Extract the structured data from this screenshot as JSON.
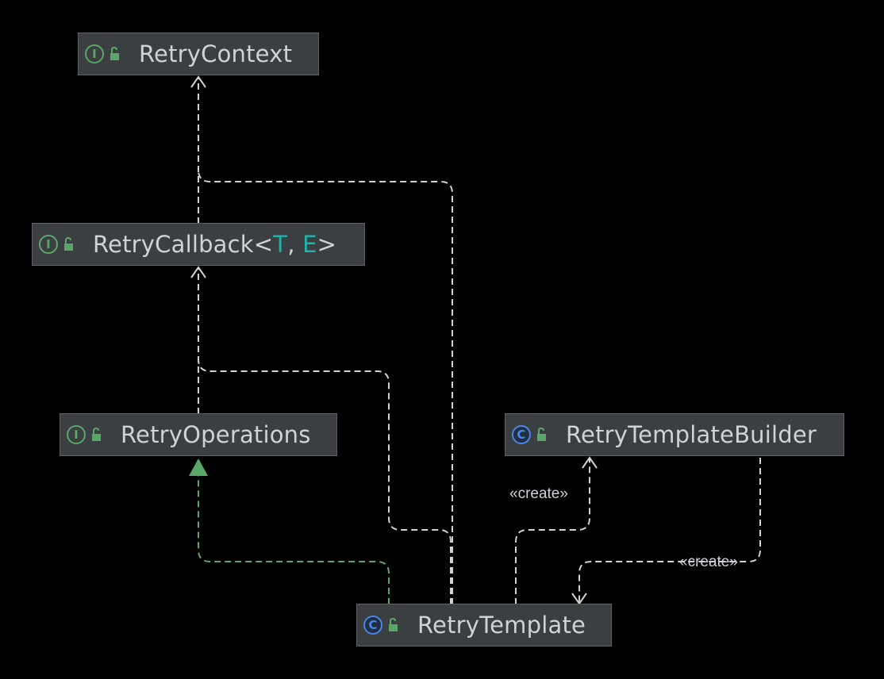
{
  "colors": {
    "background": "#000000",
    "node_fill": "#3c3f41",
    "node_border": "#5e6164",
    "interface_icon": "#59a869",
    "class_icon": "#4a86e8",
    "type_param": "#20b2aa",
    "dependency_edge": "#cfd2d6",
    "realization_edge": "#59a869"
  },
  "nodes": {
    "retry_context": {
      "kind_icon": "I",
      "kind": "interface",
      "name": "RetryContext"
    },
    "retry_callback": {
      "kind_icon": "I",
      "kind": "interface",
      "name": "RetryCallback",
      "lt": "<",
      "type_param_1": "T",
      "sep": ", ",
      "type_param_2": "E",
      "gt": ">"
    },
    "retry_operations": {
      "kind_icon": "I",
      "kind": "interface",
      "name": "RetryOperations"
    },
    "retry_template_builder": {
      "kind_icon": "C",
      "kind": "class",
      "name": "RetryTemplateBuilder"
    },
    "retry_template": {
      "kind_icon": "C",
      "kind": "class",
      "name": "RetryTemplate"
    }
  },
  "edges": {
    "create_to_builder_label": "«create»",
    "create_from_builder_label": "«create»"
  },
  "icons": {
    "interface": "interface-icon",
    "class": "class-icon",
    "visibility": "public-lock-icon"
  }
}
